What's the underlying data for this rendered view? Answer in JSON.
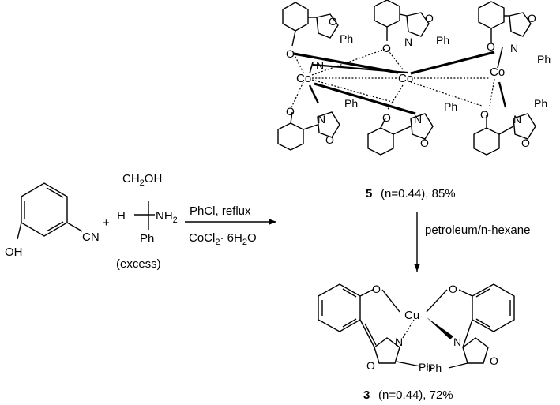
{
  "reactant_1": {
    "substituents": [
      "CN",
      "OH"
    ]
  },
  "plus": "+",
  "reactant_2": {
    "atoms": [
      "CH2OH",
      "H",
      "NH2",
      "Ph"
    ],
    "note": "(excess)"
  },
  "conditions": {
    "above_arrow": "PhCl, reflux",
    "below_arrow": "CoCl2 · 6H2O"
  },
  "product_5": {
    "metal": "Co",
    "ring_atoms": {
      "O": "O",
      "N": "N",
      "Ph": "Ph"
    },
    "number": "5",
    "caption": "(n=0.44), 85%"
  },
  "step_2": {
    "conditions": "petroleum/n-hexane"
  },
  "product_3": {
    "metal": "Cu",
    "number": "3",
    "caption": "(n=0.44), 72%"
  }
}
